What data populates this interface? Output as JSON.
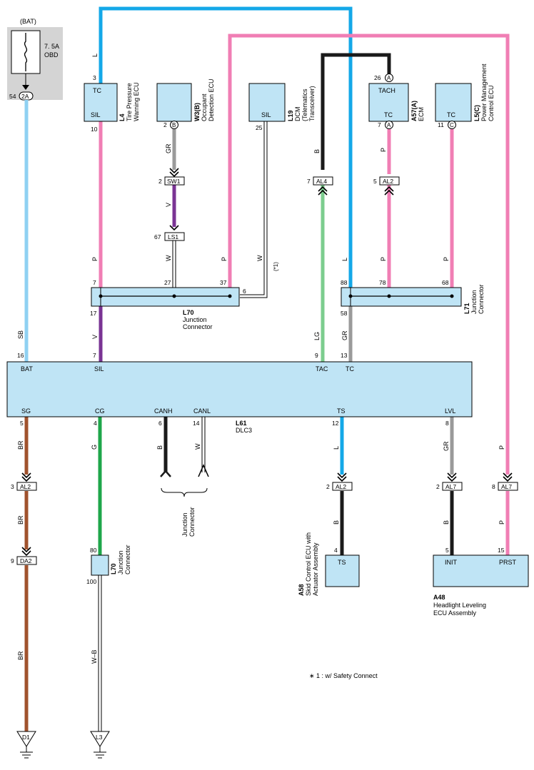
{
  "fuse": {
    "bat": "(BAT)",
    "rating": "7. 5A",
    "name": "OBD",
    "pin": "54",
    "connector": "2A"
  },
  "components": {
    "l4": {
      "code": "L4",
      "name_line1": "Tire Pressure",
      "name_line2": "Warning ECU",
      "term_top": "TC",
      "term_bottom": "SIL",
      "pin_top": "3",
      "pin_bottom": "10"
    },
    "w3": {
      "code": "W3(B)",
      "name_line1": "Occupant",
      "name_line2": "Detection ECU",
      "pin": "2",
      "conn": "B"
    },
    "l19": {
      "code": "L19",
      "name_line1": "DCM",
      "name_line2": "(Telematics",
      "name_line3": "Transceiver)",
      "term": "SIL",
      "pin": "25"
    },
    "a57": {
      "code": "A57(A)",
      "name": "ECM",
      "term_top": "TACH",
      "term_bottom": "TC",
      "pin_top": "26",
      "pin_bottom": "7",
      "conn": "A"
    },
    "l5": {
      "code": "L5(C)",
      "name_line1": "Power Management",
      "name_line2": "Control ECU",
      "term": "TC",
      "pin": "11",
      "conn": "C"
    },
    "l70": {
      "code": "L70",
      "name_line1": "Junction",
      "name_line2": "Connector",
      "pins": {
        "p7": "7",
        "p27": "27",
        "p37": "37",
        "p6": "6",
        "p17": "17"
      }
    },
    "l71": {
      "code": "L71",
      "name_line1": "Junction",
      "name_line2": "Connector",
      "pins": {
        "p88": "88",
        "p78": "78",
        "p68": "68",
        "p58": "58"
      }
    },
    "l61": {
      "code": "L61",
      "name": "DLC3",
      "top_terms": [
        "BAT",
        "SIL",
        "TAC",
        "TC"
      ],
      "top_pins": [
        "16",
        "7",
        "9",
        "13"
      ],
      "bottom_terms": [
        "SG",
        "CG",
        "CANH",
        "CANL",
        "TS",
        "LVL"
      ],
      "bottom_pins": [
        "5",
        "4",
        "6",
        "14",
        "12",
        "8"
      ]
    },
    "l70b": {
      "code": "L70",
      "name_line1": "Junction",
      "name_line2": "Connector",
      "pin_in": "80",
      "pin_out": "100"
    },
    "a58": {
      "code": "A58",
      "name_line1": "Skid Control ECU with",
      "name_line2": "Actuator Assembly",
      "term": "TS",
      "pin": "4"
    },
    "a48": {
      "code": "A48",
      "name_line1": "Headlight Leveling",
      "name_line2": "ECU Assembly",
      "term_left": "INIT",
      "term_right": "PRST",
      "pin_left": "5",
      "pin_right": "15"
    },
    "junction_can": {
      "name_line1": "Junction",
      "name_line2": "Connector"
    }
  },
  "inline_connectors": {
    "sw1": {
      "code": "SW1",
      "pin": "2"
    },
    "ls1": {
      "code": "LS1",
      "pin": "67"
    },
    "al4": {
      "code": "AL4",
      "pin": "7"
    },
    "al2_top": {
      "code": "AL2",
      "pin": "5"
    },
    "al2_sg": {
      "code": "AL2",
      "pin": "3"
    },
    "da2": {
      "code": "DA2",
      "pin": "9"
    },
    "al2_ts": {
      "code": "AL2",
      "pin": "2"
    },
    "al7_lvl": {
      "code": "AL7",
      "pin": "2"
    },
    "al7_prst": {
      "code": "AL7",
      "pin": "8"
    }
  },
  "grounds": {
    "d1": "D1",
    "l3": "L3"
  },
  "wire_codes": {
    "l_top": "L",
    "sb": "SB",
    "p_l4": "P",
    "v_dlc": "V",
    "gr_w3": "GR",
    "v_sw1": "V",
    "w_ls1": "W",
    "p_l70": "P",
    "w_l19": "W",
    "note_ref": "(*1)",
    "b_dcm": "B",
    "lg": "LG",
    "p_a57": "P",
    "p_a57b": "P",
    "p_l5": "P",
    "l_l71": "L",
    "gr_l71": "GR",
    "br1": "BR",
    "br2": "BR",
    "br3": "BR",
    "g_cg": "G",
    "b_canh": "B",
    "w_canl": "W",
    "l_ts": "L",
    "b_ts": "B",
    "gr_lvl": "GR",
    "b_lvl": "B",
    "p_prst1": "P",
    "p_prst2": "P",
    "wb": "W–B"
  },
  "footnote": "∗ 1 : w/ Safety Connect",
  "colors": {
    "L": "#14a8e8",
    "SB": "#8fd1f2",
    "P": "#f07eb4",
    "B": "#1a1a1a",
    "GR": "#9a9a9a",
    "V": "#7a3494",
    "LG": "#7ccd8e",
    "BR": "#a0522d",
    "G": "#1ea64a",
    "W": "#ffffff",
    "component": "#bfe4f5",
    "fuse_box": "#d4d4d4"
  }
}
